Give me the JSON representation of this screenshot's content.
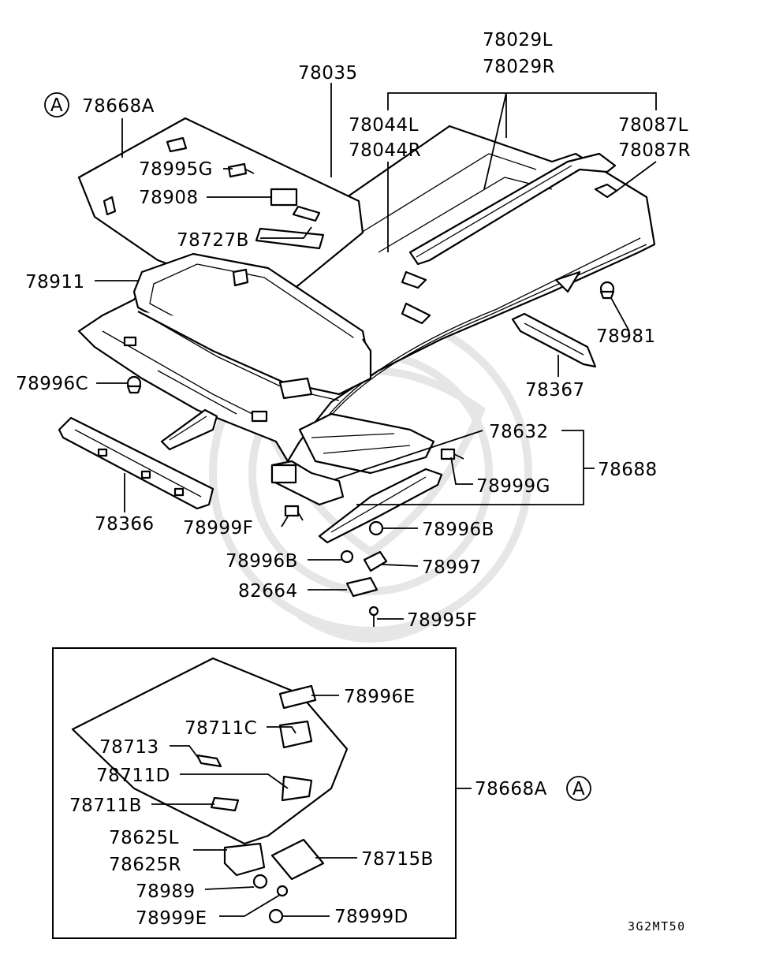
{
  "diagram": {
    "callout_symbol": "A",
    "drawing_code": "3G2MT50",
    "labels": {
      "p78029L": "78029L",
      "p78029R": "78029R",
      "p78035": "78035",
      "p78668A_top": "78668A",
      "p78044L": "78044L",
      "p78044R": "78044R",
      "p78087L": "78087L",
      "p78087R": "78087R",
      "p78995G": "78995G",
      "p78908": "78908",
      "p78727B": "78727B",
      "p78911": "78911",
      "p78981": "78981",
      "p78996C": "78996C",
      "p78367": "78367",
      "p78632": "78632",
      "p78688": "78688",
      "p78999G": "78999G",
      "p78366": "78366",
      "p78999F": "78999F",
      "p78996B_right": "78996B",
      "p78996B_left": "78996B",
      "p78997": "78997",
      "p82664": "82664",
      "p78995F": "78995F",
      "p78996E": "78996E",
      "p78711C": "78711C",
      "p78713": "78713",
      "p78711D": "78711D",
      "p78668A_box": "78668A",
      "p78711B": "78711B",
      "p78625L": "78625L",
      "p78625R": "78625R",
      "p78715B": "78715B",
      "p78989": "78989",
      "p78999E": "78999E",
      "p78999D": "78999D"
    }
  }
}
